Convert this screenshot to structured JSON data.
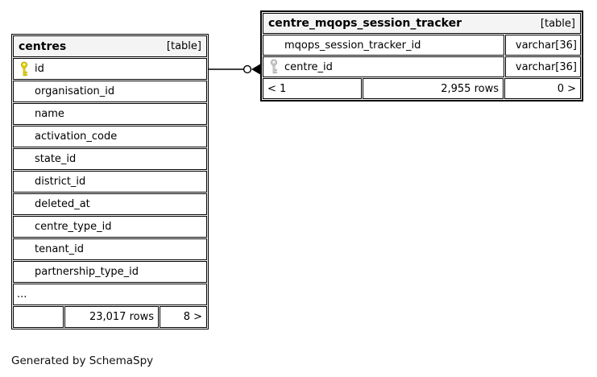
{
  "diagram": {
    "generated_note": "Generated by SchemaSpy",
    "relationship": {
      "from_table": "centres",
      "from_column": "id",
      "to_table": "centre_mqops_session_tracker",
      "to_column": "centre_id"
    }
  },
  "colors": {
    "border": "#000000",
    "header_bg": "#f4f4f4",
    "row_bg": "#ffffff",
    "primary_key_icon": "#e8d60a",
    "foreign_key_icon": "#cfcfcf"
  },
  "tables": {
    "centres": {
      "title": "centres",
      "badge": "[table]",
      "columns": [
        {
          "name": "id",
          "key": "primary"
        },
        {
          "name": "organisation_id"
        },
        {
          "name": "name"
        },
        {
          "name": "activation_code"
        },
        {
          "name": "state_id"
        },
        {
          "name": "district_id"
        },
        {
          "name": "deleted_at"
        },
        {
          "name": "centre_type_id"
        },
        {
          "name": "tenant_id"
        },
        {
          "name": "partnership_type_id"
        },
        {
          "name": "..."
        }
      ],
      "footer": {
        "left": "",
        "rows": "23,017 rows",
        "right": "8 >"
      }
    },
    "tracker": {
      "title": "centre_mqops_session_tracker",
      "badge": "[table]",
      "columns": [
        {
          "name": "mqops_session_tracker_id",
          "type": "varchar[36]"
        },
        {
          "name": "centre_id",
          "key": "foreign",
          "type": "varchar[36]"
        }
      ],
      "footer": {
        "left": "< 1",
        "rows": "2,955 rows",
        "right": "0 >"
      }
    }
  }
}
